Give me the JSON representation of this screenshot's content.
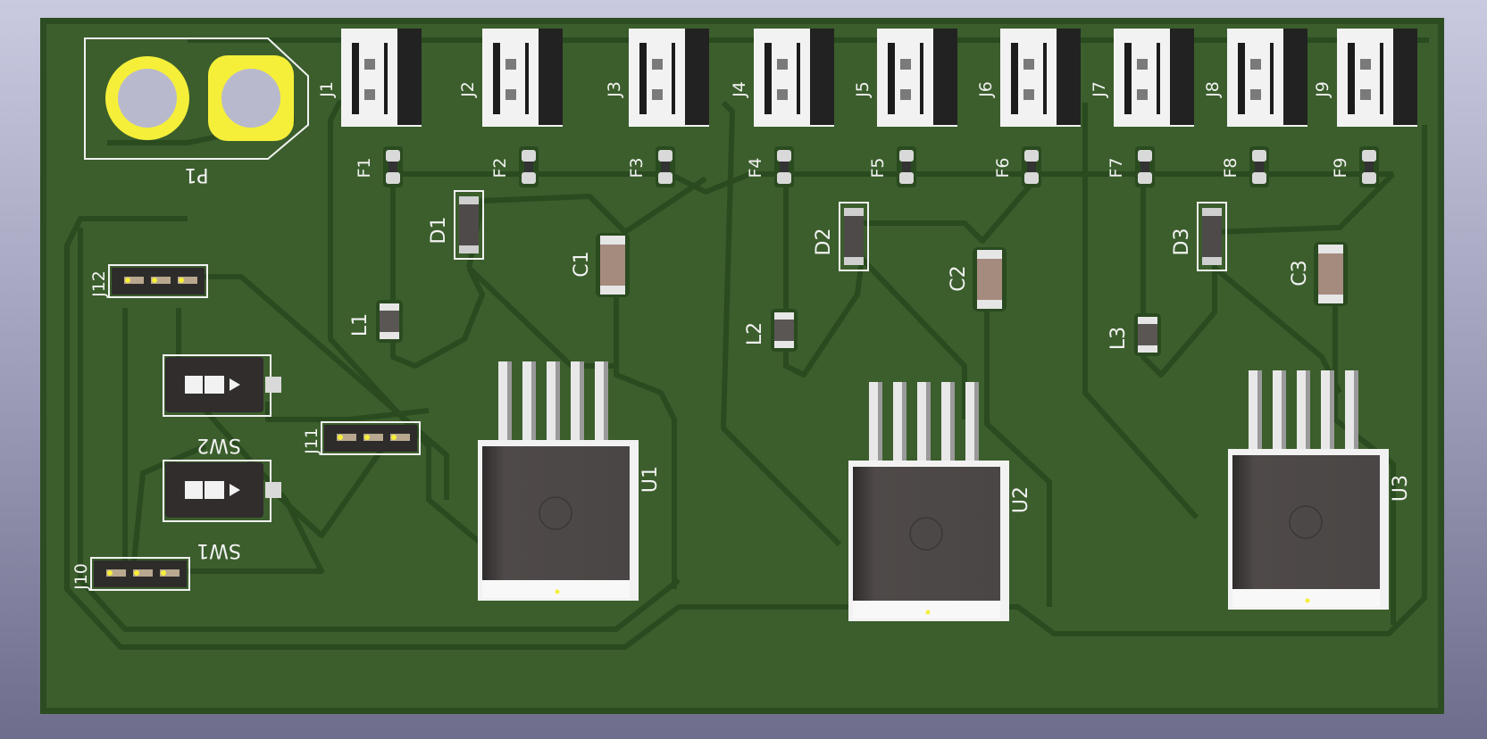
{
  "board": {
    "colors": {
      "board": "#3b5e2c",
      "edge": "#2c4d21",
      "trace": "#2a4a1f",
      "copper": "#f5ef3a",
      "silkscreen": "#f2f2f2"
    },
    "connector_P1": {
      "ref": "P1"
    },
    "connectors_top": [
      "J1",
      "J2",
      "J3",
      "J4",
      "J5",
      "J6",
      "J7",
      "J8",
      "J9"
    ],
    "fuses": [
      "F1",
      "F2",
      "F3",
      "F4",
      "F5",
      "F6",
      "F7",
      "F8",
      "F9"
    ],
    "diodes": [
      "D1",
      "D2",
      "D3"
    ],
    "capacitors": [
      "C1",
      "C2",
      "C3"
    ],
    "inductors": [
      "L1",
      "L2",
      "L3"
    ],
    "regulators": [
      "U1",
      "U2",
      "U3"
    ],
    "switches": [
      "SW2",
      "SW1"
    ],
    "headers": [
      "J12",
      "J11",
      "J10"
    ]
  }
}
